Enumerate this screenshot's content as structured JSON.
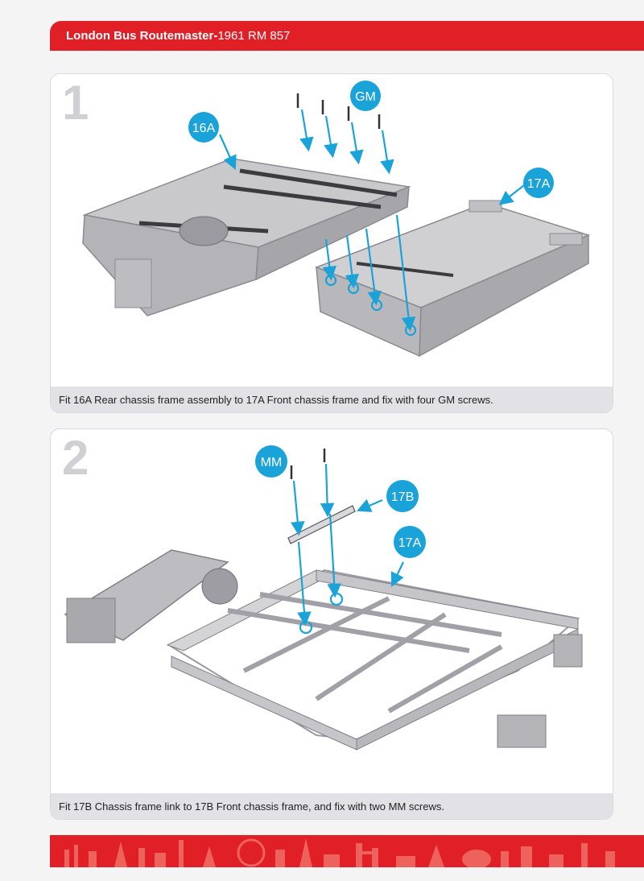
{
  "header": {
    "brand": "London Bus Routemaster",
    "separator": "-",
    "model": "1961 RM 857"
  },
  "steps": [
    {
      "number": "1",
      "labels": {
        "screw": "GM",
        "rear_frame": "16A",
        "front_frame": "17A"
      },
      "caption": "Fit 16A Rear chassis frame assembly to 17A Front chassis frame and fix with four GM screws."
    },
    {
      "number": "2",
      "labels": {
        "screw": "MM",
        "link": "17B",
        "front_frame": "17A"
      },
      "caption": "Fit 17B Chassis frame link to 17B Front chassis frame, and fix with two MM screws."
    }
  ],
  "colors": {
    "brand_red": "#e11f26",
    "callout_blue": "#1aa3d9",
    "caption_bg": "#e2e2e6"
  }
}
